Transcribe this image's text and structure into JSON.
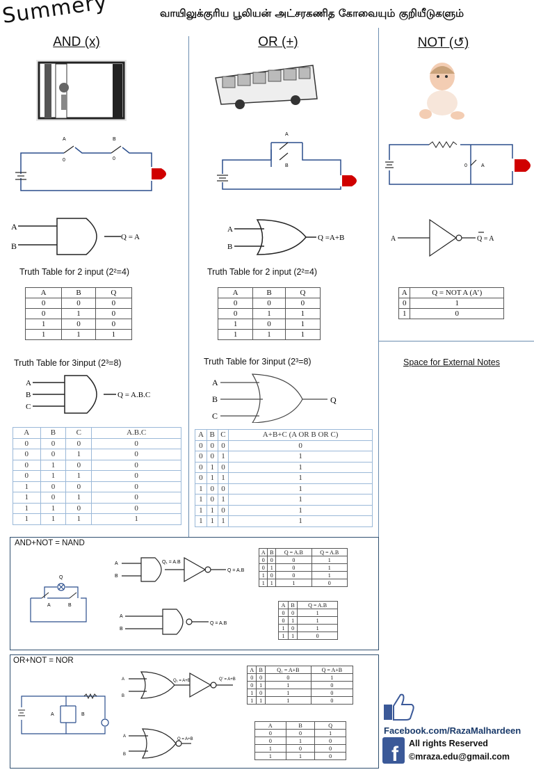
{
  "header": {
    "title": "Summery",
    "tamil_title": "வாயிலுக்குரிய பூலியன் அட்சரகணித கோவையும் குறியீடுகளும்"
  },
  "columns": {
    "and": "AND (x)",
    "or": "OR (+)",
    "not": "NOT (↺)"
  },
  "captions": {
    "and_2": "Truth Table for 2 input (2²=4)",
    "or_2": "Truth Table for 2 input (2²=4)",
    "and_3": "Truth Table for 3input (2³=8)",
    "or_3": "Truth Table for 3input (2³=8)",
    "notes": "Space for External Notes"
  },
  "gate_labels": {
    "and_2": "Q = A",
    "or_2": "Q =A+B",
    "not": "Q = A",
    "and_3": "Q = A.B.C",
    "or_3": "Q",
    "switch_a": "A",
    "switch_b": "B",
    "switch_0": "0"
  },
  "tables": {
    "and2": {
      "head": [
        "A",
        "B",
        "Q"
      ],
      "rows": [
        [
          "0",
          "0",
          "0"
        ],
        [
          "0",
          "1",
          "0"
        ],
        [
          "1",
          "0",
          "0"
        ],
        [
          "1",
          "1",
          "1"
        ]
      ]
    },
    "or2": {
      "head": [
        "A",
        "B",
        "Q"
      ],
      "rows": [
        [
          "0",
          "0",
          "0"
        ],
        [
          "0",
          "1",
          "1"
        ],
        [
          "1",
          "0",
          "1"
        ],
        [
          "1",
          "1",
          "1"
        ]
      ]
    },
    "not": {
      "head": [
        "A",
        "Q = NOT A (A’)"
      ],
      "rows": [
        [
          "0",
          "1"
        ],
        [
          "1",
          "0"
        ]
      ]
    },
    "and3": {
      "head": [
        "A",
        "B",
        "C",
        "A.B.C"
      ],
      "rows": [
        [
          "0",
          "0",
          "0",
          "0"
        ],
        [
          "0",
          "0",
          "1",
          "0"
        ],
        [
          "0",
          "1",
          "0",
          "0"
        ],
        [
          "0",
          "1",
          "1",
          "0"
        ],
        [
          "1",
          "0",
          "0",
          "0"
        ],
        [
          "1",
          "0",
          "1",
          "0"
        ],
        [
          "1",
          "1",
          "0",
          "0"
        ],
        [
          "1",
          "1",
          "1",
          "1"
        ]
      ]
    },
    "or3": {
      "head": [
        "A",
        "B",
        "C",
        "A+B+C (A OR B OR C)"
      ],
      "rows": [
        [
          "0",
          "0",
          "0",
          "0"
        ],
        [
          "0",
          "0",
          "1",
          "1"
        ],
        [
          "0",
          "1",
          "0",
          "1"
        ],
        [
          "0",
          "1",
          "1",
          "1"
        ],
        [
          "1",
          "0",
          "0",
          "1"
        ],
        [
          "1",
          "0",
          "1",
          "1"
        ],
        [
          "1",
          "1",
          "0",
          "1"
        ],
        [
          "1",
          "1",
          "1",
          "1"
        ]
      ]
    },
    "nand1": {
      "head": [
        "A",
        "B",
        "Q = A.B",
        "Q = A.B"
      ],
      "rows": [
        [
          "0",
          "0",
          "0",
          "1"
        ],
        [
          "0",
          "1",
          "0",
          "1"
        ],
        [
          "1",
          "0",
          "0",
          "1"
        ],
        [
          "1",
          "1",
          "1",
          "0"
        ]
      ]
    },
    "nand2": {
      "head": [
        "A",
        "B",
        "Q = A.B"
      ],
      "rows": [
        [
          "0",
          "0",
          "1"
        ],
        [
          "0",
          "1",
          "1"
        ],
        [
          "1",
          "0",
          "1"
        ],
        [
          "1",
          "1",
          "0"
        ]
      ]
    },
    "nor1": {
      "head": [
        "A",
        "B",
        "Q₁ = A+B",
        "Q = A+B"
      ],
      "rows": [
        [
          "0",
          "0",
          "0",
          "1"
        ],
        [
          "0",
          "1",
          "1",
          "0"
        ],
        [
          "1",
          "0",
          "1",
          "0"
        ],
        [
          "1",
          "1",
          "1",
          "0"
        ]
      ]
    },
    "nor2": {
      "head": [
        "A",
        "B",
        "Q"
      ],
      "rows": [
        [
          "0",
          "0",
          "1"
        ],
        [
          "0",
          "1",
          "0"
        ],
        [
          "1",
          "0",
          "0"
        ],
        [
          "1",
          "1",
          "0"
        ]
      ]
    }
  },
  "sections": {
    "nand": "AND+NOT = NAND",
    "nor": "OR+NOT = NOR"
  },
  "footer": {
    "facebook": "Facebook.com/RazaMalhardeen",
    "rights": "All rights Reserved",
    "email": "©mraza.edu@gmail.com"
  },
  "colors": {
    "rule": "#6a8caf",
    "facebook": "#3b5998",
    "led": "#d00000"
  }
}
